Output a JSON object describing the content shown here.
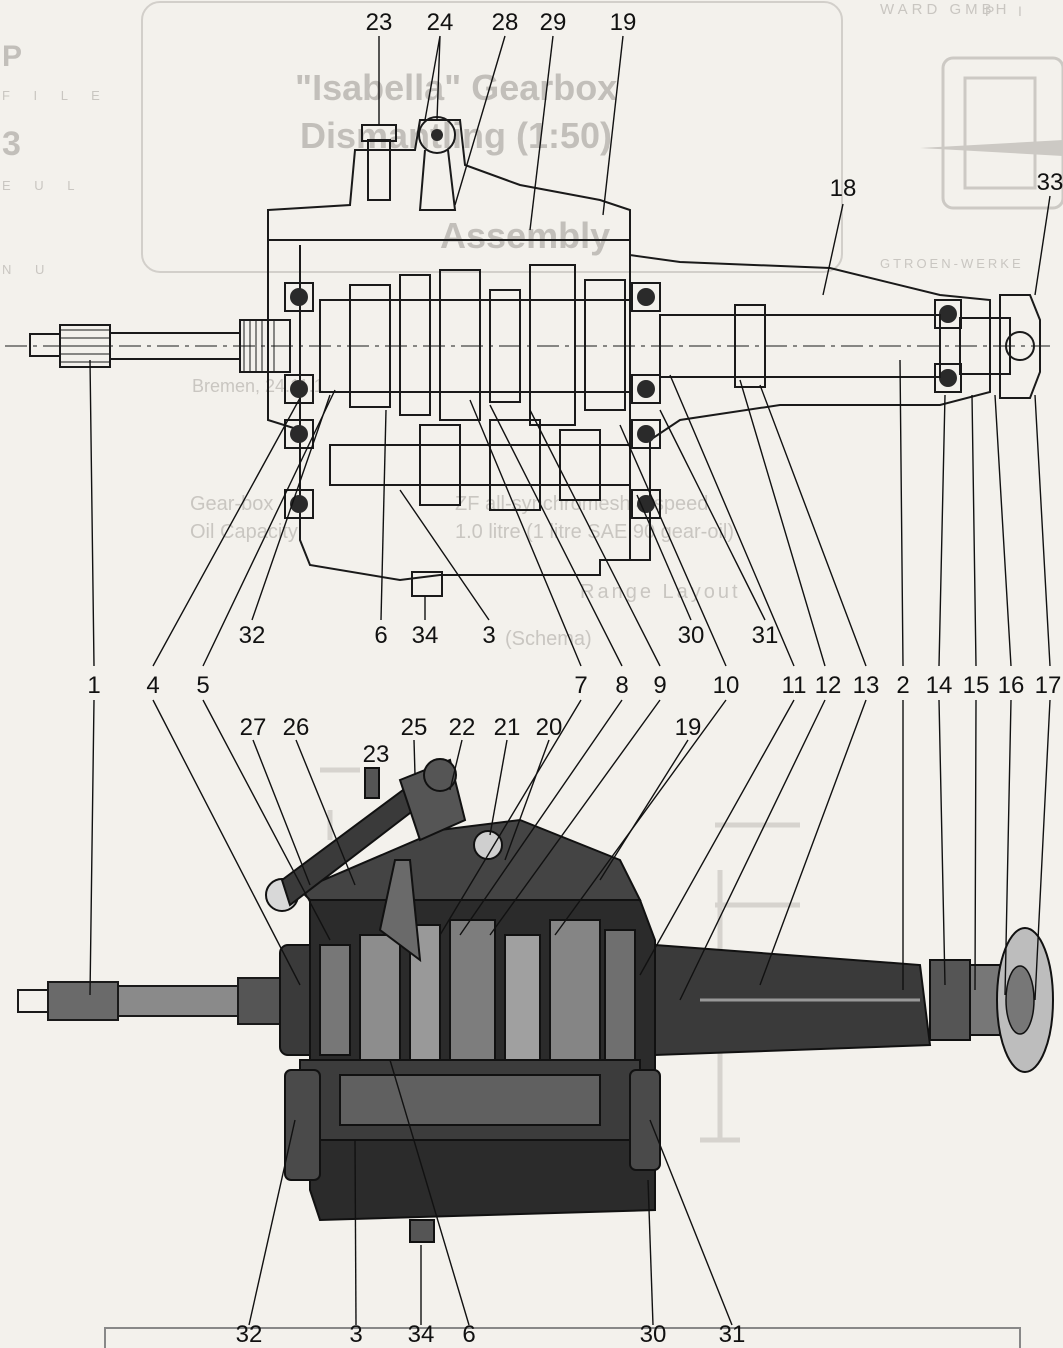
{
  "colors": {
    "paper": "#f3f1ec",
    "ink": "#111111",
    "ghost_print": "#c6c3be"
  },
  "background_print": {
    "company": "WARD GMBH",
    "works": "GTROEN-WERKE",
    "title_line1": "\"Isabella\" Gearbox",
    "title_line2": "Dismantling (1:50)",
    "title_line3": "Assembly",
    "right_edge_top": "P  I",
    "right_edge_p": "P",
    "right_edge_row1": "F I L E",
    "right_edge_3": "3",
    "right_edge_row2": "E U L",
    "right_edge_row3": "N U",
    "date": "Bremen, 24.11.1",
    "spec_gearbox_label": "Gear-box",
    "spec_gearbox_value": "ZF all-synchromesh 4-speed",
    "spec_oil_label": "Oil Capacity",
    "spec_oil_value": "1.0 litre (1 litre SAE 90 gear-oil)",
    "layout_title": "Range Layout",
    "layout_subtitle": "(Schema)"
  },
  "callouts_top": [
    "23",
    "24",
    "28",
    "29",
    "19",
    "18",
    "33"
  ],
  "callouts_top_lower": [
    "32",
    "6",
    "34",
    "3",
    "30",
    "31"
  ],
  "callouts_middle": [
    "1",
    "4",
    "5",
    "7",
    "8",
    "9",
    "10",
    "11",
    "12",
    "13",
    "2",
    "14",
    "15",
    "16",
    "17"
  ],
  "callouts_lower_top": [
    "27",
    "26",
    "23",
    "25",
    "22",
    "21",
    "20",
    "19"
  ],
  "callouts_bottom": [
    "32",
    "3",
    "34",
    "6",
    "30",
    "31"
  ]
}
